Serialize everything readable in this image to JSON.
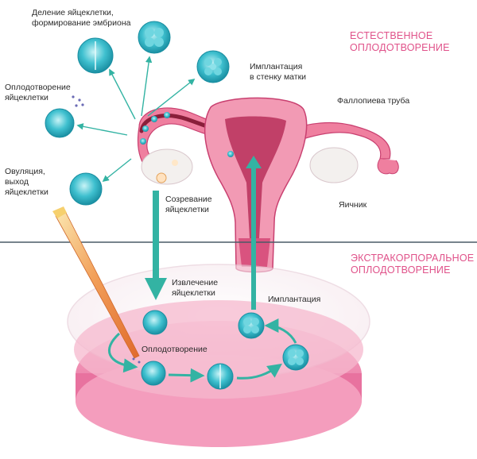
{
  "sections": {
    "natural_title": [
      "ЕСТЕСТВЕННОЕ",
      "ОПЛОДОТВОРЕНИЕ"
    ],
    "ivf_title": [
      "ЭКСТРАКОРПОРАЛЬНОЕ",
      "ОПЛОДОТВОРЕНИЕ"
    ]
  },
  "labels": {
    "division": [
      "Деление яйцеклетки,",
      "формирование эмбриона"
    ],
    "fertilization_natural": [
      "Оплодотворение",
      "яйцеклетки"
    ],
    "ovulation": [
      "Овуляция,",
      "выход",
      "яйцеклетки"
    ],
    "implantation_wall": [
      "Имплантация",
      "в стенку матки"
    ],
    "fallopian_tube": "Фаллопиева труба",
    "ovary": "Яичник",
    "maturation": [
      "Созревание",
      "яйцеклетки"
    ],
    "extraction": [
      "Извлечение",
      "яйцеклетки"
    ],
    "implantation_ivf": "Имплантация",
    "fertilization_ivf": "Оплодотворение"
  },
  "colors": {
    "uterus": "#ef7f9f",
    "uterus_dark": "#c94070",
    "tube_inner": "#8a1f3a",
    "ovary": "#f3f0ee",
    "cell": "#2fb8c8",
    "arrow": "#33b3a3",
    "dish": "#f7c7d8",
    "dish_fluid": "#f08fb3",
    "divider": "#4a5b67",
    "heading": "#e0528a"
  }
}
